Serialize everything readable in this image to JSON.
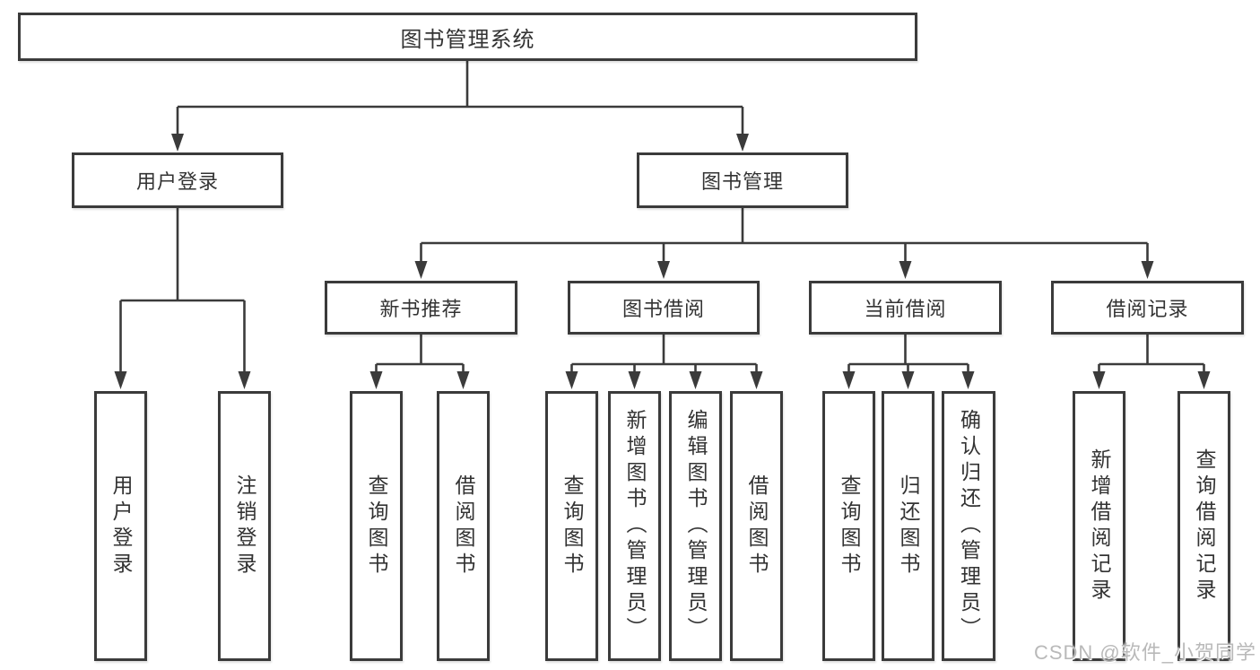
{
  "watermark": "CSDN @软件_小贺同学",
  "colors": {
    "line": "#3b3b3b",
    "box_border": "#3b3b3b",
    "text": "#333333",
    "background": "#ffffff",
    "watermark": "#b9b9b9"
  },
  "diagram": {
    "type": "hierarchy-tree",
    "title": "图书管理系统",
    "branches": [
      {
        "label": "用户登录",
        "children": [
          {
            "label": "用户登录"
          },
          {
            "label": "注销登录"
          }
        ]
      },
      {
        "label": "图书管理",
        "children": [
          {
            "label": "新书推荐",
            "children": [
              {
                "label": "查询图书"
              },
              {
                "label": "借阅图书"
              }
            ]
          },
          {
            "label": "图书借阅",
            "children": [
              {
                "label": "查询图书"
              },
              {
                "label": "新增图书（管理员）"
              },
              {
                "label": "编辑图书（管理员）"
              },
              {
                "label": "借阅图书"
              }
            ]
          },
          {
            "label": "当前借阅",
            "children": [
              {
                "label": "查询图书"
              },
              {
                "label": "归还图书"
              },
              {
                "label": "确认归还（管理员）"
              }
            ]
          },
          {
            "label": "借阅记录",
            "children": [
              {
                "label": "新增借阅记录"
              },
              {
                "label": "查询借阅记录"
              }
            ]
          }
        ]
      }
    ]
  }
}
